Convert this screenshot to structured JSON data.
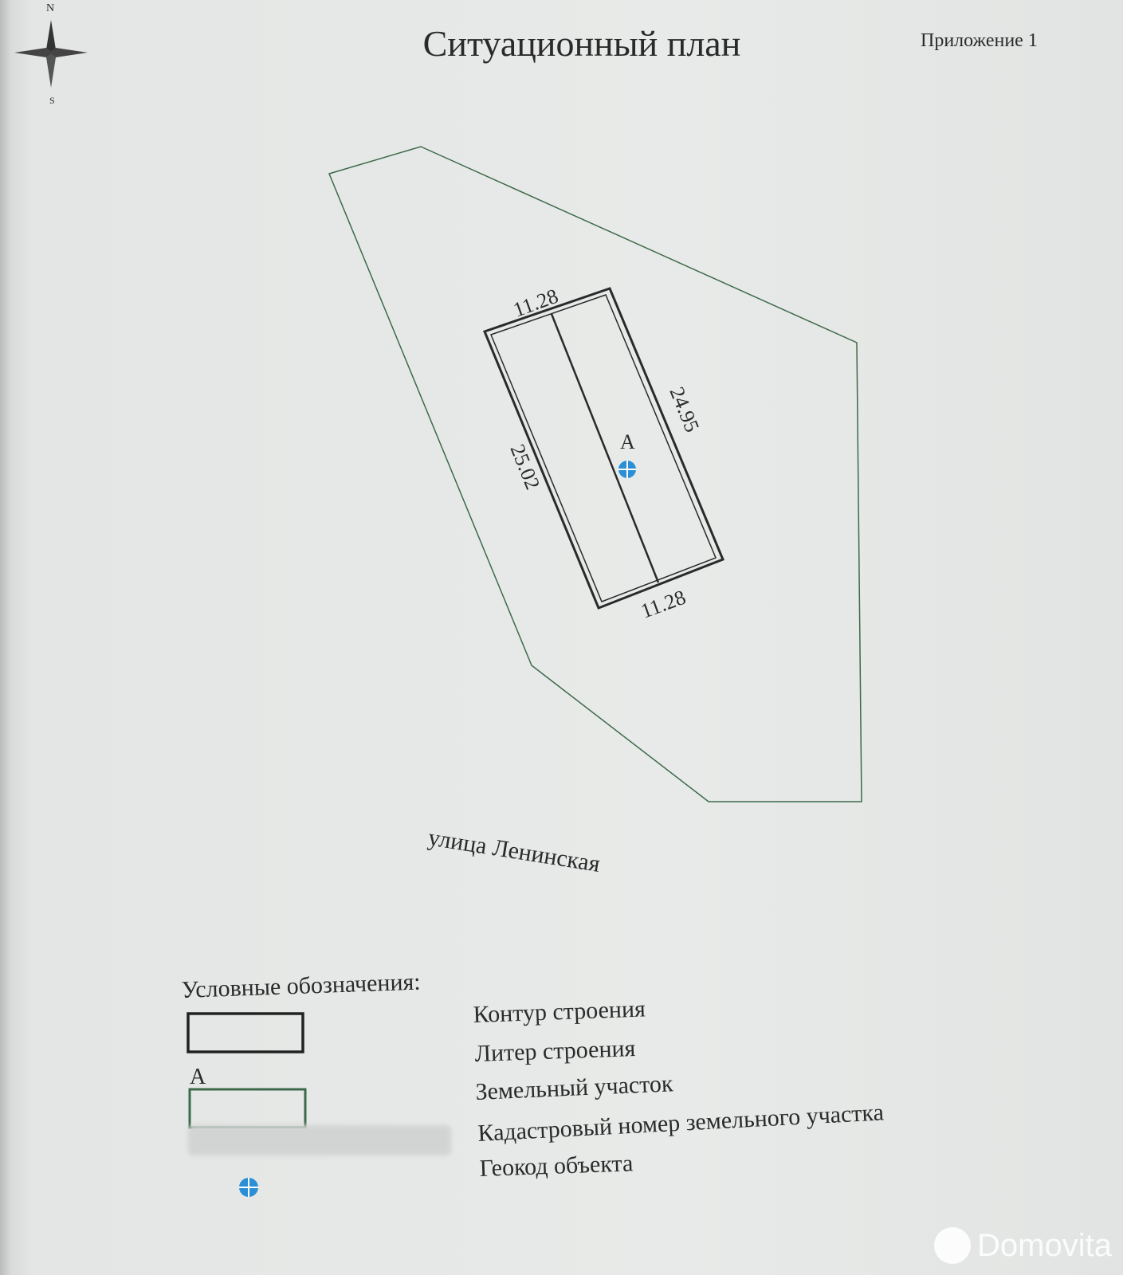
{
  "title": "Ситуационный план",
  "appendix": "Приложение 1",
  "compass": {
    "north": "N",
    "south": "S"
  },
  "building": {
    "literal": "A",
    "dimensions": {
      "top": "11.28",
      "bottom": "11.28",
      "left": "25.02",
      "right": "24.95"
    }
  },
  "street": "улица Ленинская",
  "legend": {
    "title": "Условные обозначения:",
    "literal_sample": "A",
    "items": [
      {
        "label": "Контур строения",
        "icon": "black-rectangle"
      },
      {
        "label": "Литер строения",
        "icon": "letter-A"
      },
      {
        "label": "Земельный участок",
        "icon": "green-rectangle"
      },
      {
        "label": "Кадастровый номер земельного участка",
        "icon": "redacted-number"
      },
      {
        "label": "Геокод объекта",
        "icon": "blue-geocode-marker"
      }
    ]
  },
  "colors": {
    "plot_outline": "#3c6a4a",
    "geocode": "#2a8fd6",
    "building_outline": "#2a2a2a"
  },
  "watermark": "Domovita"
}
